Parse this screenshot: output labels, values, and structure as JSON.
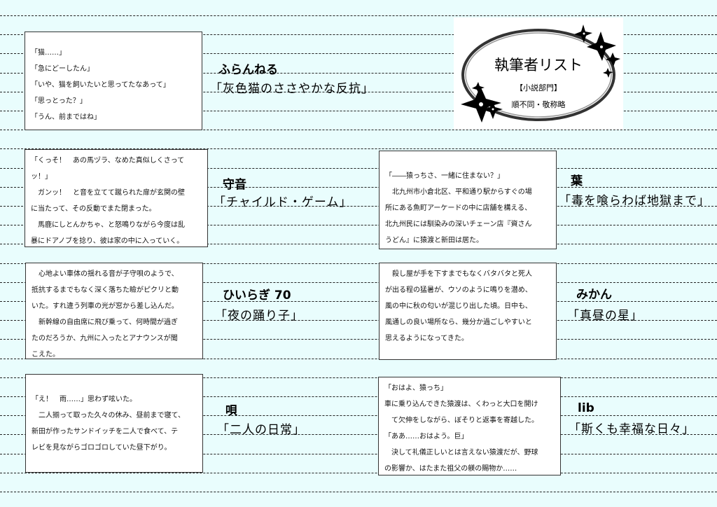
{
  "header": {
    "title": "執筆者リスト",
    "category": "【小説部門】",
    "note": "順不同・敬称略",
    "decoration": "shuriken-stars-ellipse-frame"
  },
  "entries": [
    {
      "author": "ふらんねる",
      "title": "「灰色猫のささやかな反抗」",
      "excerpt": [
        "「猫……」",
        "「急にどーしたん」",
        "「いや、猫を飼いたいと思ってたなあって」",
        "「思っとった？」",
        "「うん、前まではね」"
      ]
    },
    {
      "author": "守音",
      "title": "「チャイルド・ゲーム」",
      "excerpt": [
        "「くっそ！　あの馬ヅラ、なめた真似しくさって",
        "ッ！」",
        "　ガンッ！　と音を立てて蹴られた扉が玄関の壁",
        "に当たって、その反動でまた閉まった。",
        "　馬鹿にしとんかちゃ、と怒鳴りながら今度は乱",
        "暴にドアノブを捻り、彼は家の中に入っていく。"
      ]
    },
    {
      "author": "葉",
      "title": "「毒を喰らわば地獄まで」",
      "excerpt": [
        "「――猿っちさ、一緒に住まない？」",
        "　北九州市小倉北区、平和通り駅からすぐの場",
        "所にある魚町アーケードの中に店舗を構える、",
        "北九州民には馴染みの深いチェーン店『資さん",
        "うどん』に猿渡と新田は居た。"
      ]
    },
    {
      "author": "ひいらぎ 70",
      "title": "「夜の踊り子」",
      "excerpt": [
        "　心地よい車体の揺れる音が子守唄のようで、",
        "抵抗するまでもなく深く落ちた瞼がピクリと動",
        "いた。すれ違う列車の光が窓から差し込んだ。",
        "　新幹線の自由席に飛び乗って、何時間が過ぎ",
        "たのだろうか、九州に入ったとアナウンスが聞",
        "こえた。"
      ]
    },
    {
      "author": "みかん",
      "title": "「真昼の星」",
      "excerpt": [
        "　殺し屋が手を下すまでもなくバタバタと死人",
        "が出る程の猛暑が、ウソのように鳴りを潜め、",
        "風の中に秋の匂いが混じり出した頃。日中も、",
        "風通しの良い場所なら、幾分か過ごしやすいと",
        "思えるようになってきた。"
      ]
    },
    {
      "author": "唄",
      "title": "「二人の日常」",
      "excerpt": [
        "「え！　雨……」思わず呟いた。",
        "　二人揃って取った久々の休み、昼前まで寝て、",
        "新田が作ったサンドイッチを二人で食べて、テ",
        "レビを見ながらゴロゴロしていた昼下がり。"
      ]
    },
    {
      "author": "lib",
      "title": "「斯くも幸福な日々」",
      "excerpt": [
        "「おはよ、猿っち」",
        "車に乗り込んできた猿渡は、くわっと大口を開け",
        "　て欠伸をしながら、ぼそりと返事を寄越した。",
        "「ああ……おはよう。巨」",
        "　決して礼儀正しいとは言えない猿渡だが、野球",
        "の影響か、はたまた祖父の躾の賜物か……"
      ]
    }
  ]
}
